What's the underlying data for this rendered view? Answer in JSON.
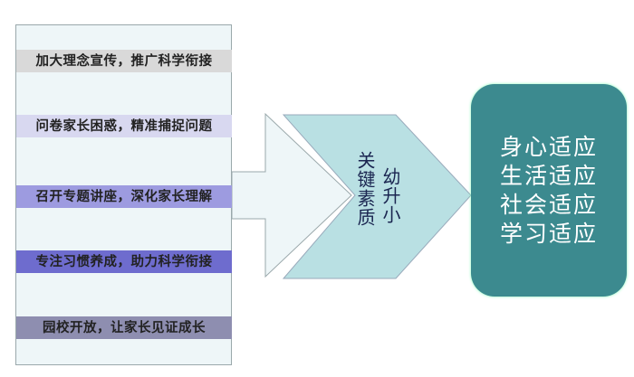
{
  "steps": [
    {
      "label": "加大理念宣传，推广科学衔接",
      "color": "#d9d9d9"
    },
    {
      "label": "问卷家长困惑，精准捕捉问题",
      "color": "#d8d8f0"
    },
    {
      "label": "召开专题讲座，深化家长理解",
      "color": "#9d9be0"
    },
    {
      "label": "专注习惯养成，助力科学衔接",
      "color": "#6e6cce"
    },
    {
      "label": "园校开放，让家长见证成长",
      "color": "#8e8eb0"
    }
  ],
  "chevron": {
    "line1": "幼升小",
    "line2": "关键素质"
  },
  "outcomes": [
    "身心适应",
    "生活适应",
    "社会适应",
    "学习适应"
  ],
  "colors": {
    "teal": "#3c8a8f",
    "chevron": "#b9e0e3",
    "arrow": "#eef6f8"
  }
}
